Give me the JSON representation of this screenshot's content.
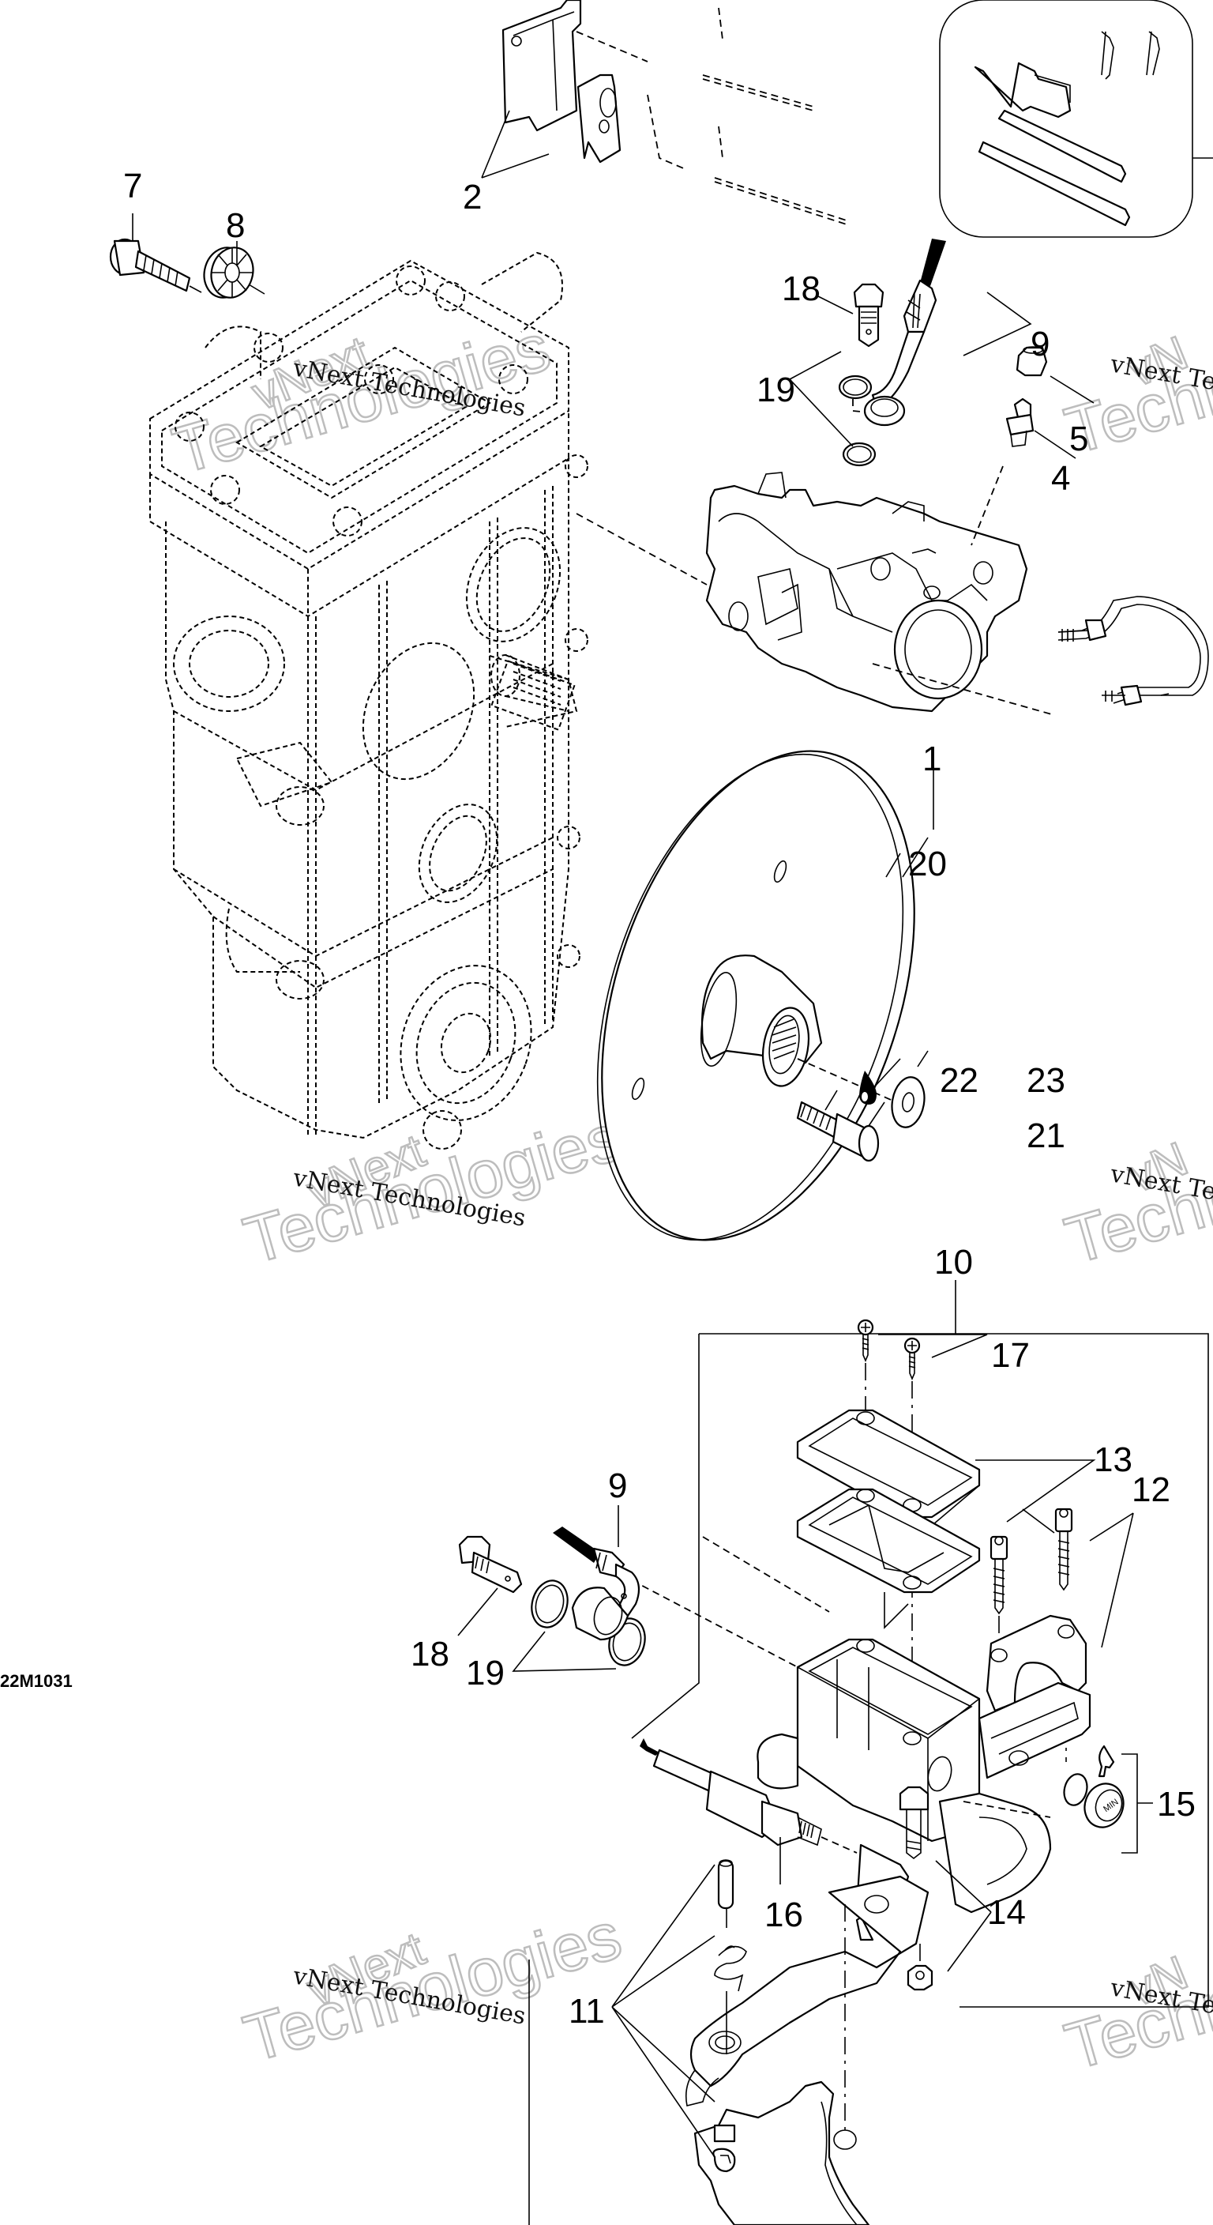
{
  "diagram": {
    "title": "Brake caliper, disc and master cylinder exploded view",
    "drawing_code": "22M1031",
    "callouts": [
      {
        "id": "c1",
        "label": "1",
        "part": "brake-caliper"
      },
      {
        "id": "c2",
        "label": "2",
        "part": "brake-pads"
      },
      {
        "id": "c4",
        "label": "4",
        "part": "bleeder-screw"
      },
      {
        "id": "c5",
        "label": "5",
        "part": "bleeder-cap"
      },
      {
        "id": "c7",
        "label": "7",
        "part": "socket-head-screw"
      },
      {
        "id": "c8",
        "label": "8",
        "part": "spacer-washer"
      },
      {
        "id": "c9a",
        "label": "9",
        "part": "brake-hose-caliper-end"
      },
      {
        "id": "c9b",
        "label": "9",
        "part": "brake-hose-master-end"
      },
      {
        "id": "c10",
        "label": "10",
        "part": "master-cylinder-assembly"
      },
      {
        "id": "c11",
        "label": "11",
        "part": "brake-lever-kit"
      },
      {
        "id": "c12",
        "label": "12",
        "part": "clamp-screws"
      },
      {
        "id": "c13",
        "label": "13",
        "part": "reservoir-cover-and-diaphragm"
      },
      {
        "id": "c14",
        "label": "14",
        "part": "lever-pivot-bolt-and-nut"
      },
      {
        "id": "c15",
        "label": "15",
        "part": "sight-glass-kit"
      },
      {
        "id": "c16",
        "label": "16",
        "part": "piston-push-rod"
      },
      {
        "id": "c17",
        "label": "17",
        "part": "cover-screws"
      },
      {
        "id": "c18a",
        "label": "18",
        "part": "banjo-bolt-caliper"
      },
      {
        "id": "c18b",
        "label": "18",
        "part": "banjo-bolt-master"
      },
      {
        "id": "c19a",
        "label": "19",
        "part": "sealing-washers-caliper"
      },
      {
        "id": "c19b",
        "label": "19",
        "part": "sealing-washers-master"
      },
      {
        "id": "c20",
        "label": "20",
        "part": "brake-disc"
      },
      {
        "id": "c21",
        "label": "21",
        "part": "hex-bolt"
      },
      {
        "id": "c22",
        "label": "22",
        "part": "flat-washer"
      },
      {
        "id": "c23",
        "label": "23",
        "part": "threadlocker-icon"
      }
    ],
    "labels": {
      "sight_glass_text": "MIN"
    },
    "watermarks": {
      "serif_text": "vNext Technologies",
      "outline_line1": "vNext",
      "outline_line2": "Technologies",
      "partial_serif": "vNext Te",
      "partial_outline1": "vN",
      "partial_outline2": "Techn"
    }
  }
}
